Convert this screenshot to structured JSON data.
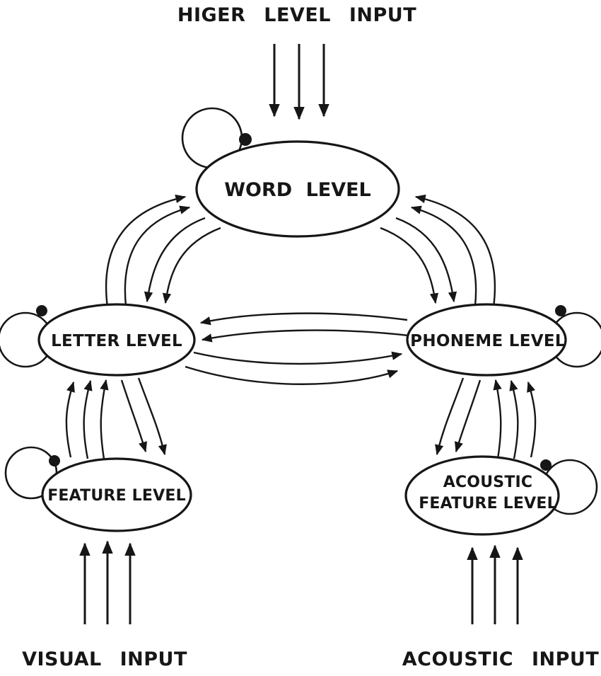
{
  "diagram": {
    "type": "node-link-diagram",
    "colors": {
      "ink": "#161616",
      "background": "#ffffff"
    },
    "labels": {
      "top_input": "HIGER LEVEL INPUT",
      "visual_input": "VISUAL INPUT",
      "acoustic_input": "ACOUSTIC INPUT"
    },
    "nodes": {
      "word": {
        "label": "WORD LEVEL",
        "shape": "ellipse",
        "self_loop": true
      },
      "letter": {
        "label": "LETTER LEVEL",
        "shape": "ellipse",
        "self_loop": true
      },
      "phoneme": {
        "label": "PHONEME LEVEL",
        "shape": "ellipse",
        "self_loop": true
      },
      "feature": {
        "label": "FEATURE LEVEL",
        "shape": "ellipse",
        "self_loop": true
      },
      "acoustic_feature": {
        "label_line1": "ACOUSTIC",
        "label_line2": "FEATURE LEVEL",
        "shape": "ellipse",
        "self_loop": true
      }
    },
    "edges": [
      {
        "from": "higher_level_input",
        "to": "word",
        "type": "input",
        "arrow_count": 3,
        "direction": "down"
      },
      {
        "from": "word",
        "to": "letter",
        "type": "bidirectional",
        "style": "curved-double"
      },
      {
        "from": "word",
        "to": "phoneme",
        "type": "bidirectional",
        "style": "curved-double"
      },
      {
        "from": "letter",
        "to": "phoneme",
        "type": "bidirectional",
        "style": "curved-double"
      },
      {
        "from": "letter",
        "to": "feature",
        "type": "bidirectional",
        "style": "curved-double"
      },
      {
        "from": "phoneme",
        "to": "acoustic_feature",
        "type": "bidirectional",
        "style": "curved-double"
      },
      {
        "from": "visual_input",
        "to": "feature",
        "type": "input",
        "arrow_count": 3,
        "direction": "up"
      },
      {
        "from": "acoustic_input",
        "to": "acoustic_feature",
        "type": "input",
        "arrow_count": 3,
        "direction": "up"
      },
      {
        "from": "word",
        "to": "word",
        "type": "self-loop",
        "terminal": "filled-dot"
      },
      {
        "from": "letter",
        "to": "letter",
        "type": "self-loop",
        "terminal": "filled-dot"
      },
      {
        "from": "phoneme",
        "to": "phoneme",
        "type": "self-loop",
        "terminal": "filled-dot"
      },
      {
        "from": "feature",
        "to": "feature",
        "type": "self-loop",
        "terminal": "filled-dot"
      },
      {
        "from": "acoustic_feature",
        "to": "acoustic_feature",
        "type": "self-loop",
        "terminal": "filled-dot"
      }
    ]
  }
}
